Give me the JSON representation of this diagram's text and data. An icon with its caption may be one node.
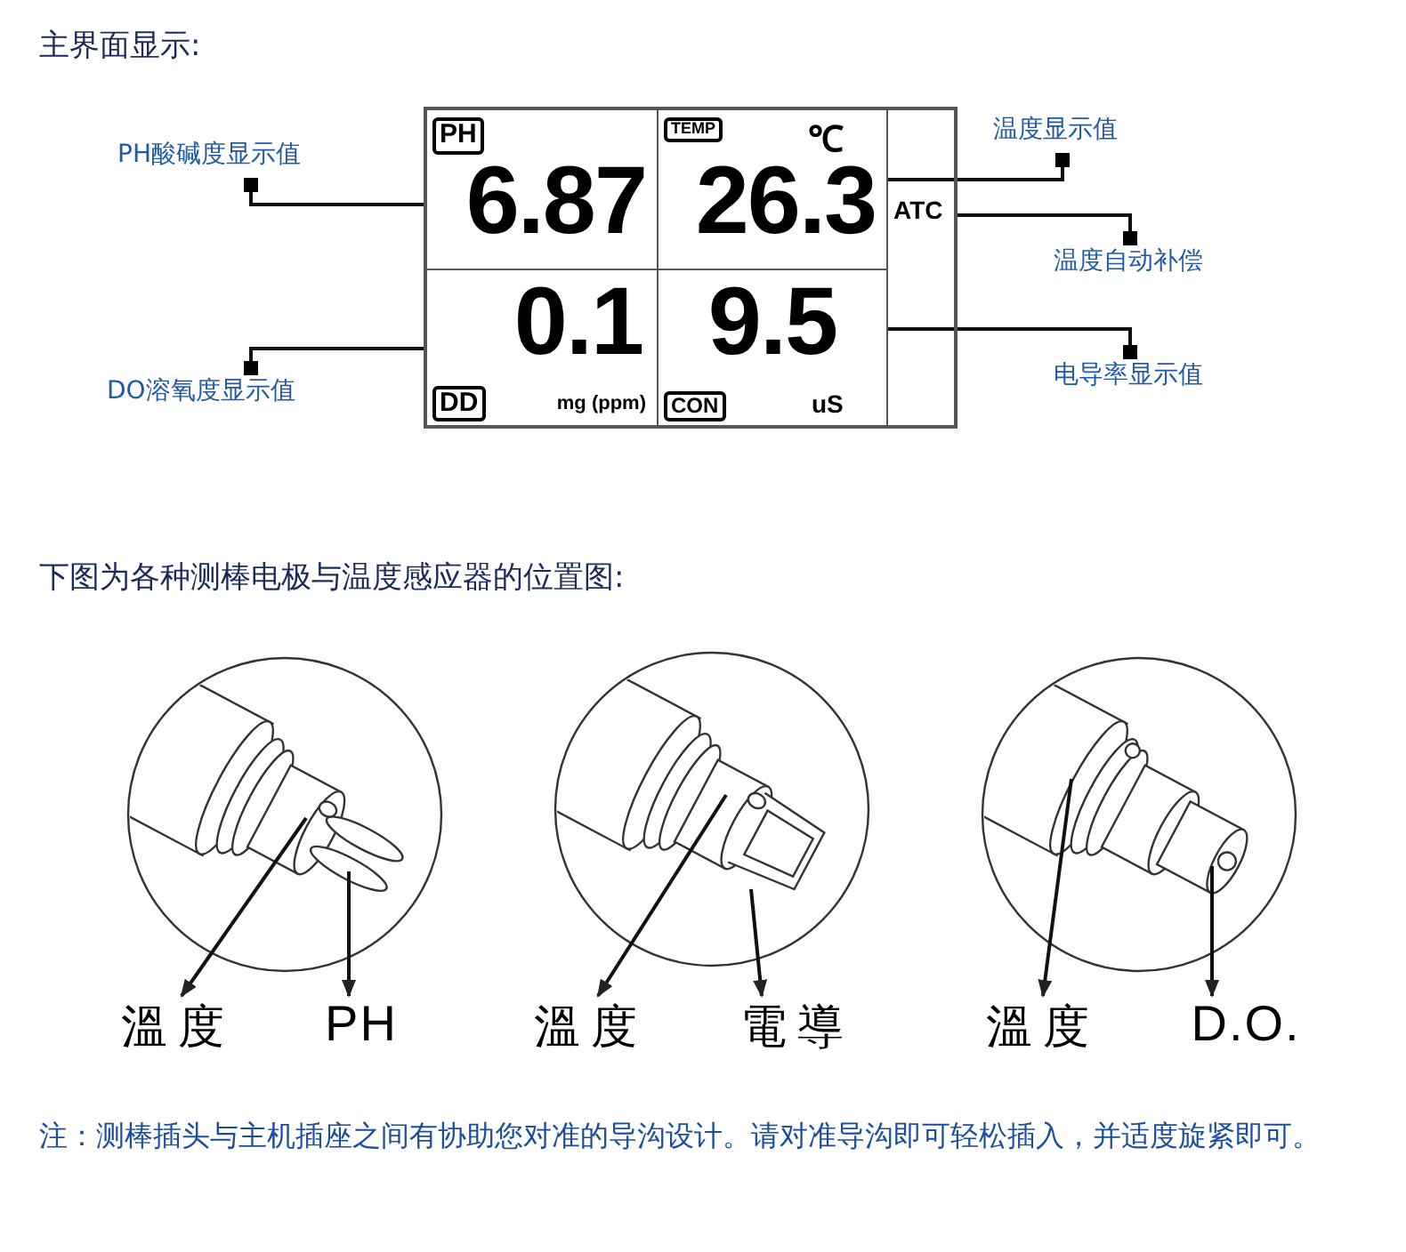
{
  "diagram": {
    "nodes": [
      {
        "text": [],
        "shape": "box"
      },
      {
        "text": [
          "PH",
          "6.87"
        ],
        "in": 0
      },
      {
        "text": [
          "TEMP",
          "℃",
          "26.3"
        ],
        "in": 0
      },
      {
        "text": [
          "ATC"
        ],
        "in": 0
      },
      {
        "text": [
          "0.1",
          "DD",
          "mg (ppm)"
        ],
        "in": 0
      },
      {
        "text": [
          "9.5",
          "CON",
          "uS"
        ],
        "in": 0
      },
      {
        "text": [
          "PH酸碱度显示值"
        ]
      },
      {
        "text": [
          "温度显示值"
        ]
      },
      {
        "text": [
          "温度自动补偿"
        ]
      },
      {
        "text": [
          "DO溶氧度显示值"
        ]
      },
      {
        "text": [
          "电导率显示值"
        ]
      },
      {
        "text": [
          "溫度"
        ]
      },
      {
        "text": [
          "PH"
        ]
      },
      {
        "text": [
          "溫度"
        ]
      },
      {
        "text": [
          "電導"
        ]
      },
      {
        "text": [
          "溫度"
        ]
      },
      {
        "text": [
          "D.O."
        ]
      }
    ],
    "edges": [
      {
        "from": 6,
        "to": 1,
        "arrow": "other"
      },
      {
        "from": 7,
        "to": 2,
        "arrow": "other"
      },
      {
        "from": 8,
        "to": 3,
        "arrow": "other"
      },
      {
        "from": 9,
        "to": 4,
        "arrow": "other"
      },
      {
        "from": 10,
        "to": 5,
        "arrow": "other"
      },
      {
        "from": null,
        "to": 11,
        "arrow": "to"
      },
      {
        "from": null,
        "to": 12,
        "arrow": "to"
      },
      {
        "from": null,
        "to": 13,
        "arrow": "to"
      },
      {
        "from": null,
        "to": 14,
        "arrow": "to"
      },
      {
        "from": null,
        "to": 15,
        "arrow": "to"
      },
      {
        "from": null,
        "to": 16,
        "arrow": "to"
      }
    ],
    "labels": [
      "主界面显示:",
      "下图为各种测棒电极与温度感应器的位置图:",
      "注：测棒插头与主机插座之间有协助您对准的导沟设计。请对准导沟即可轻松插入，并适度旋紧即可。"
    ]
  }
}
